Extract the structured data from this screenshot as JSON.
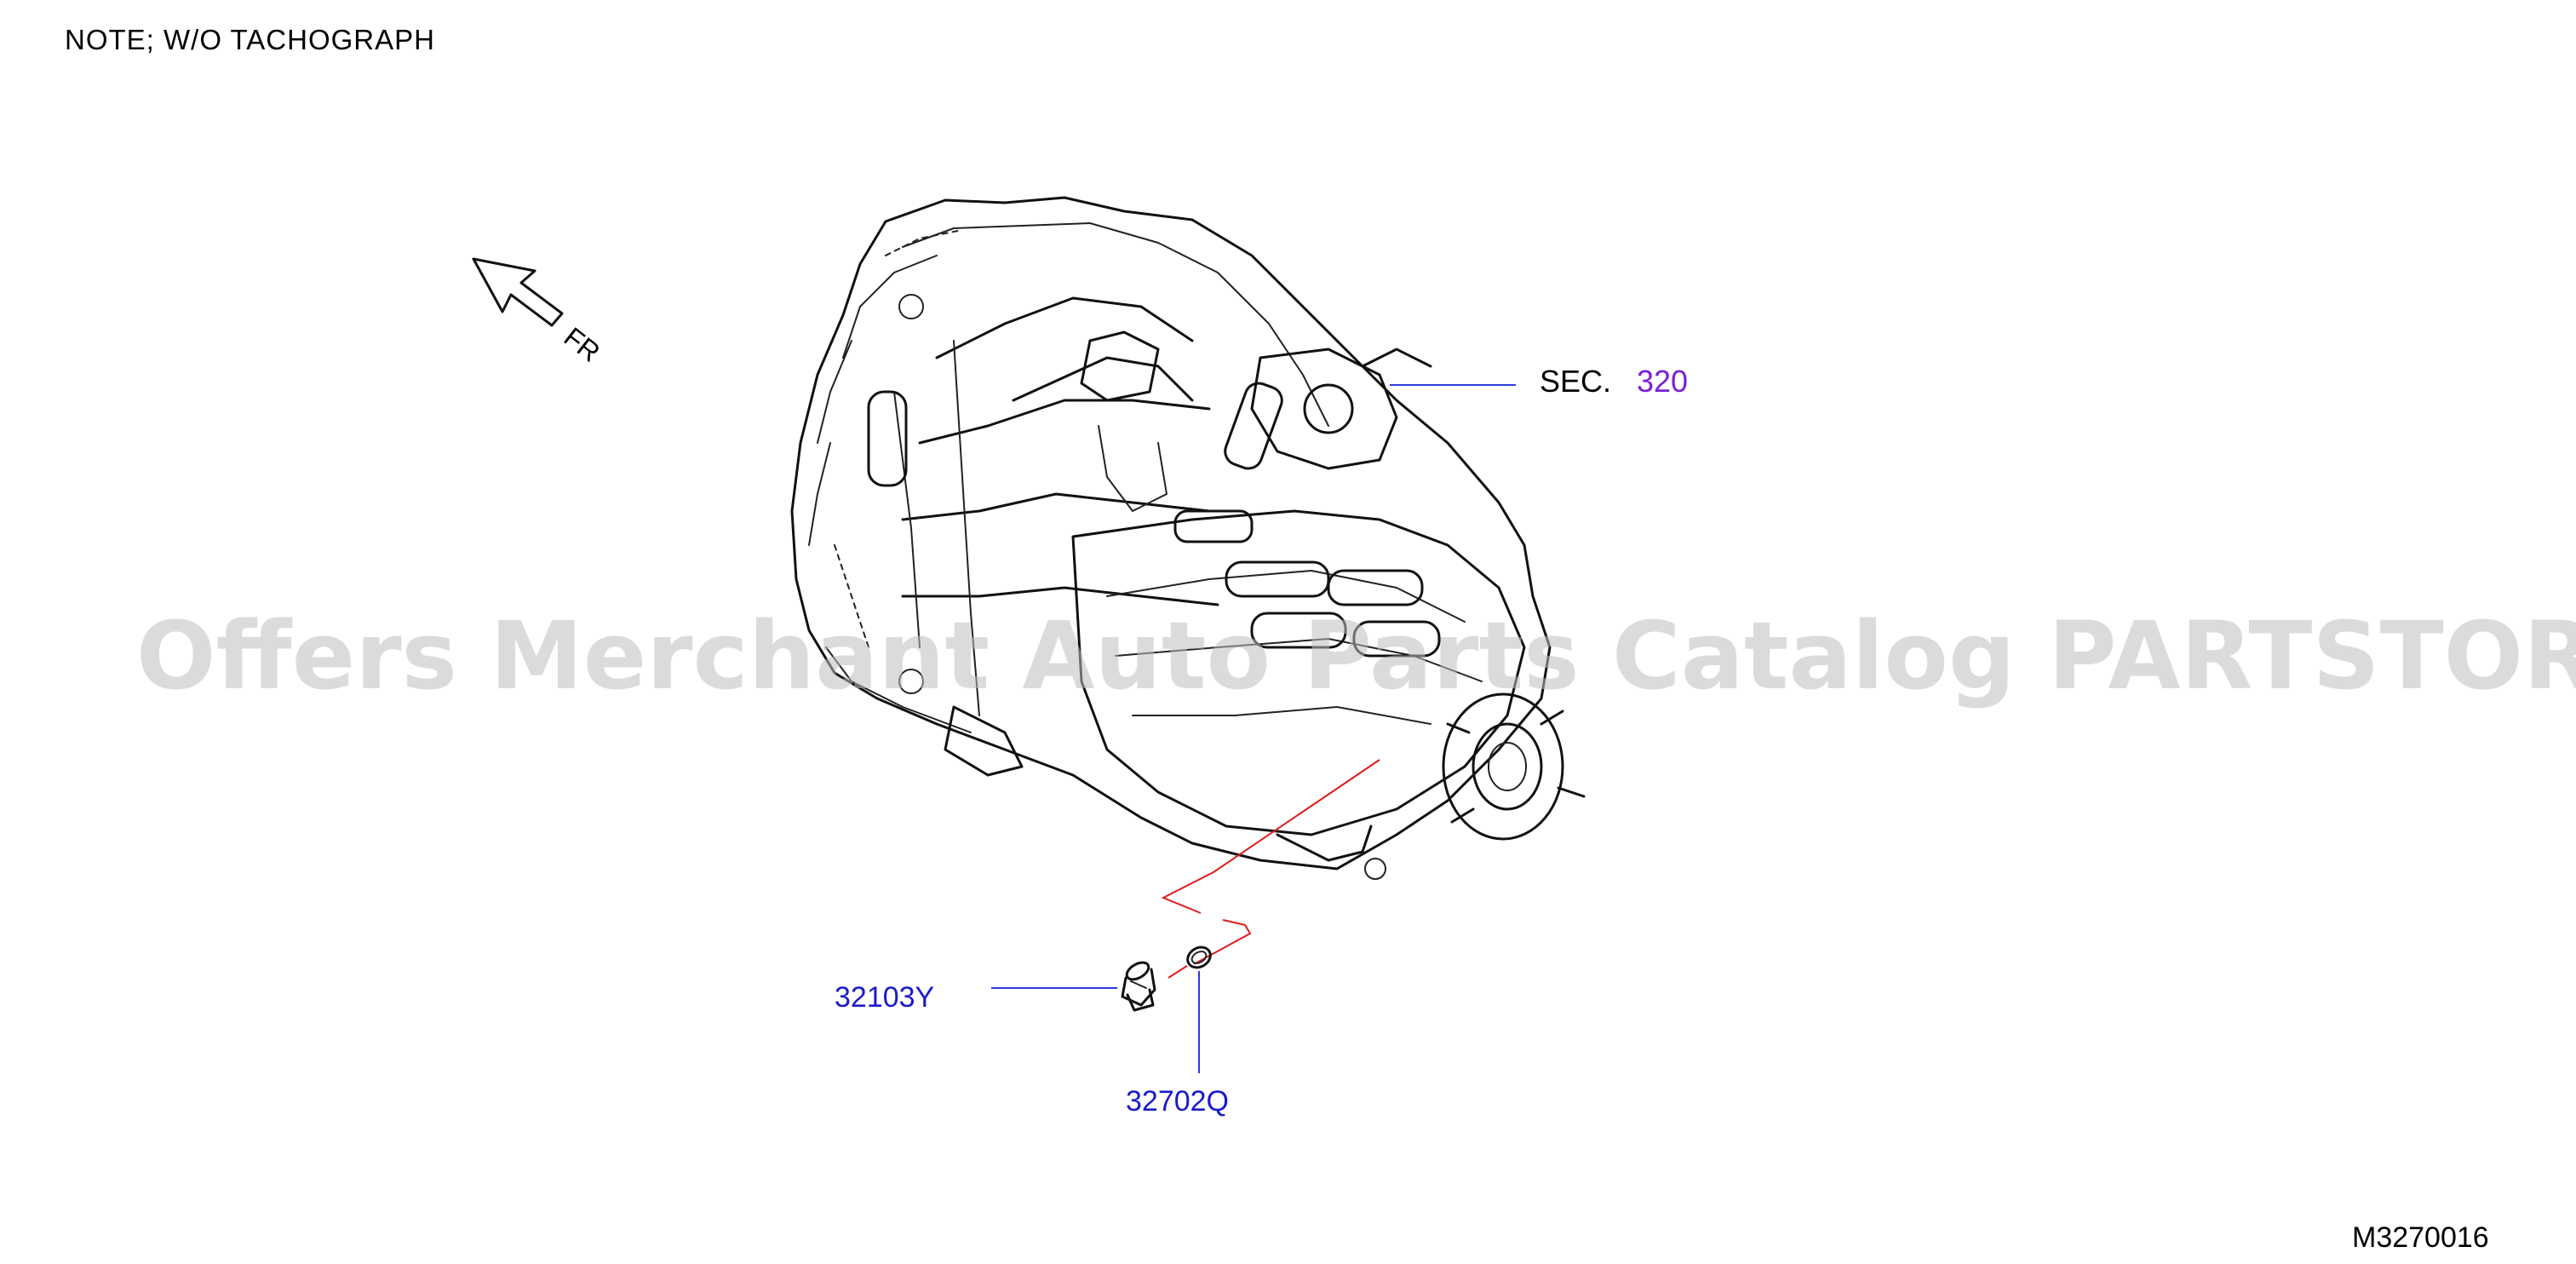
{
  "note": "NOTE;   W/O   TACHOGRAPH",
  "direction": {
    "label": "FR",
    "icon": "front-direction-arrow-icon"
  },
  "section_ref": {
    "prefix": "SEC.",
    "number": "320",
    "color": "#7a1fd6"
  },
  "parts": [
    {
      "code": "32103Y",
      "name_icon": "drain-plug-icon"
    },
    {
      "code": "32702Q",
      "name_icon": "gasket-ring-icon"
    }
  ],
  "diagram_id": "M3270016",
  "watermark": "Offers Merchant Auto Parts Catalog PARTSTORE.SA",
  "colors": {
    "part_link": "#1a1acc",
    "leader_blue": "#2b3bd9",
    "leader_red": "#e21a1a"
  }
}
